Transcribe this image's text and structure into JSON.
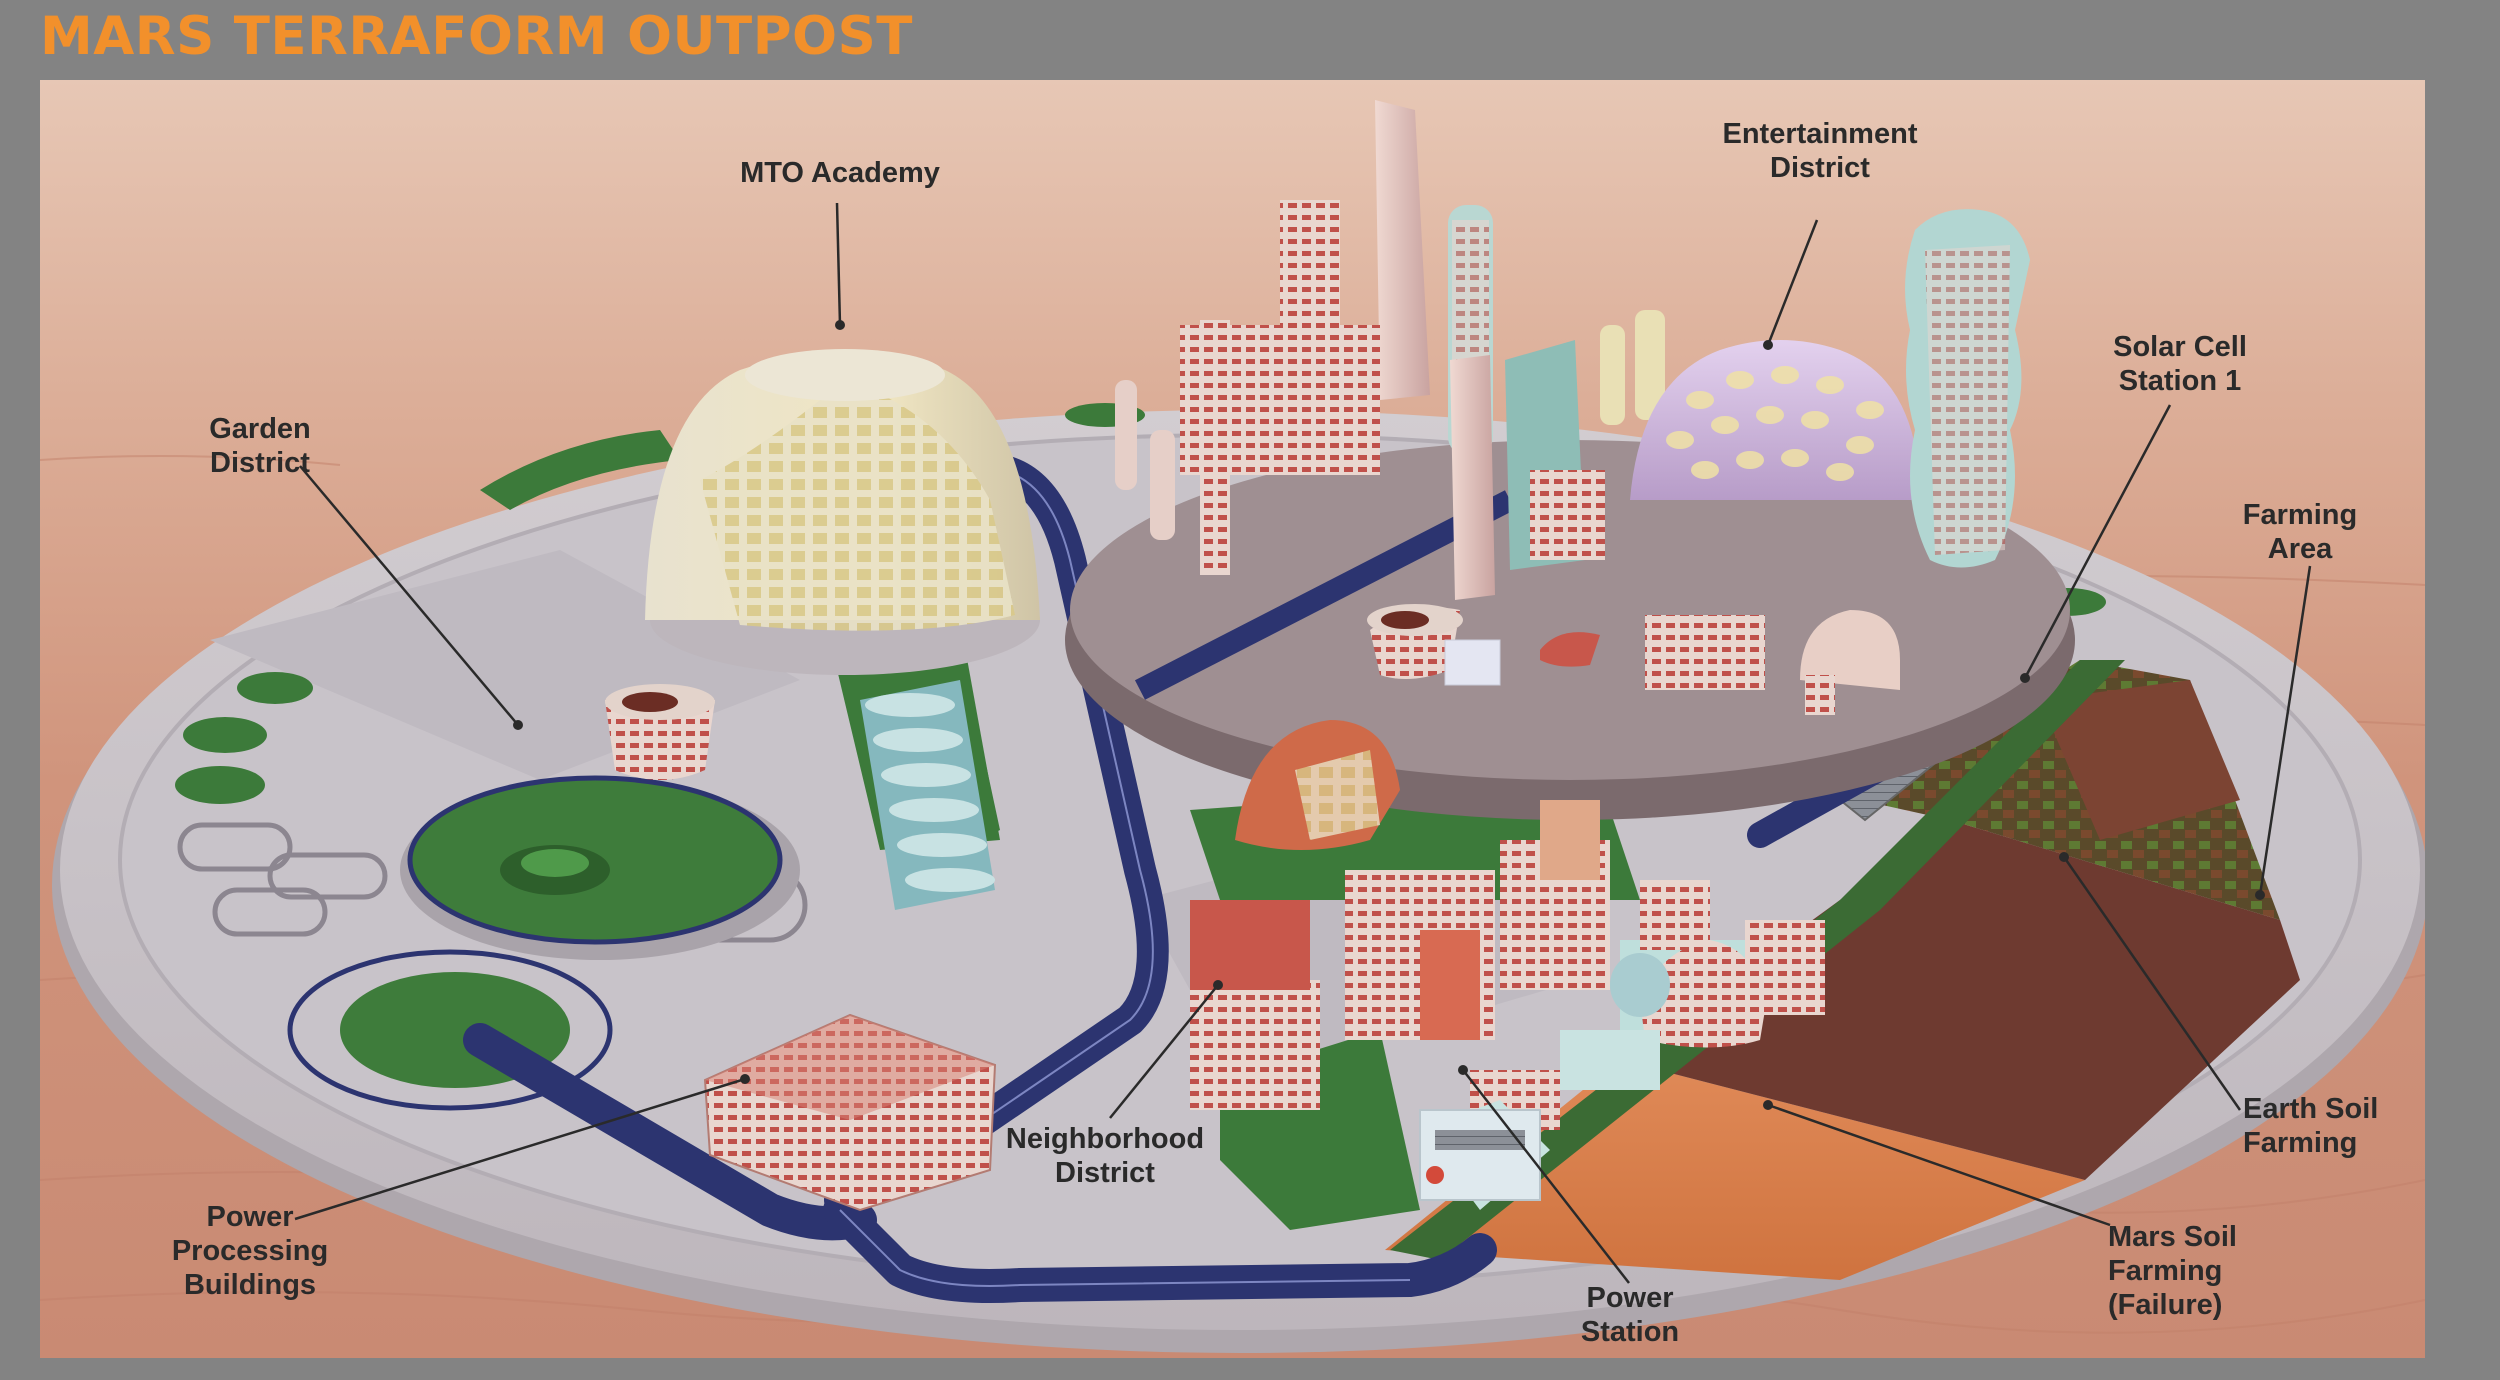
{
  "title": "MARS TERRAFORM OUTPOST",
  "colors": {
    "title": "#f2902b",
    "frame": "#838383",
    "sky_top": "#e7c7b5",
    "ground": "#c98a73",
    "base_platform": "#c9c4c8",
    "road": "#2c3470",
    "grass": "#3c7a3a",
    "earth_soil": "#6e3a30",
    "mars_soil": "#d77c4c"
  },
  "labels": {
    "mto_academy": "MTO Academy",
    "entertainment_district": "Entertainment\nDistrict",
    "garden_district": "Garden\nDistrict",
    "solar_cell_station": "Solar Cell\nStation 1",
    "farming_area": "Farming\nArea",
    "neighborhood_district": "Neighborhood\nDistrict",
    "power_processing_buildings": "Power\nProcessing\nBuildings",
    "earth_soil_farming": "Earth Soil\nFarming",
    "mars_soil_farming": "Mars Soil\nFarming\n(Failure)",
    "power_station": "Power\nStation"
  }
}
